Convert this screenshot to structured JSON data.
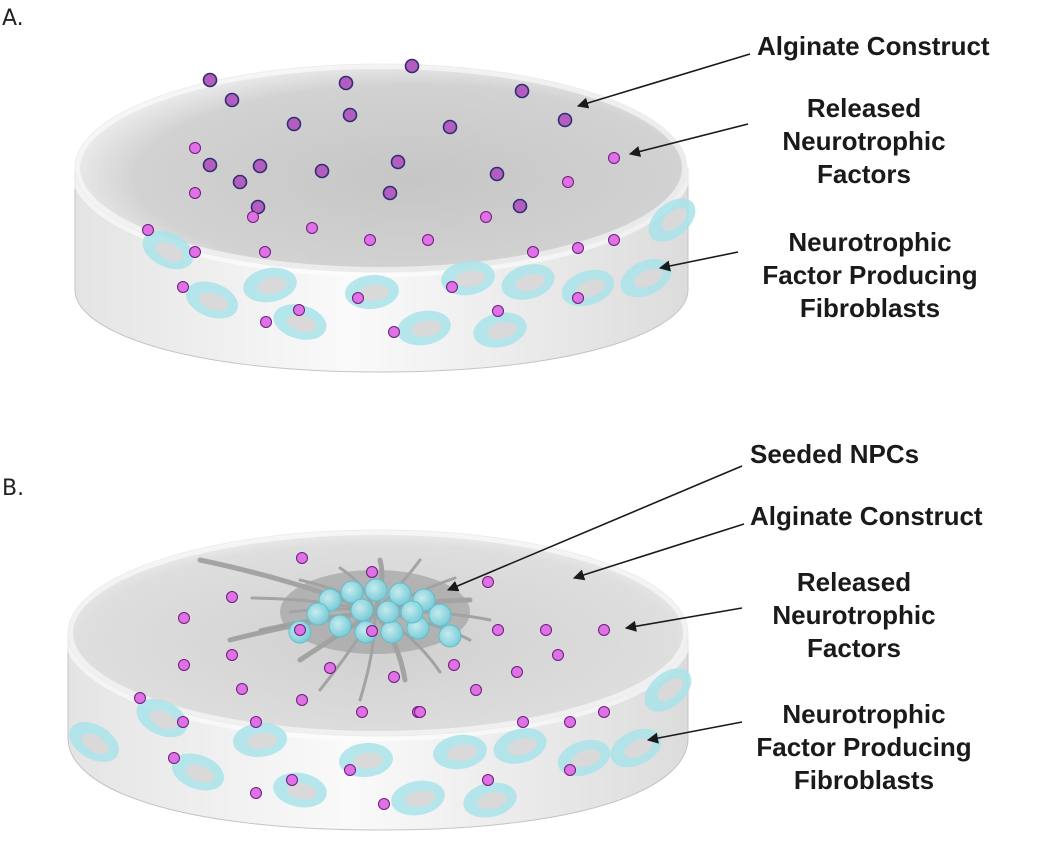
{
  "panels": [
    {
      "id": "A",
      "label": "A.",
      "callouts": [
        {
          "key": "alginate",
          "lines": [
            "Alginate Construct"
          ]
        },
        {
          "key": "factors",
          "lines": [
            "Released",
            "Neurotrophic",
            "Factors"
          ]
        },
        {
          "key": "fibroblasts",
          "lines": [
            "Neurotrophic",
            "Factor Producing",
            "Fibroblasts"
          ]
        }
      ]
    },
    {
      "id": "B",
      "label": "B.",
      "callouts": [
        {
          "key": "npcs",
          "lines": [
            "Seeded NPCs"
          ]
        },
        {
          "key": "alginate",
          "lines": [
            "Alginate Construct"
          ]
        },
        {
          "key": "factors",
          "lines": [
            "Released",
            "Neurotrophic",
            "Factors"
          ]
        },
        {
          "key": "fibroblasts",
          "lines": [
            "Neurotrophic",
            "Factor Producing",
            "Fibroblasts"
          ]
        }
      ]
    }
  ],
  "legend_colors": {
    "neurotrophic_factor_fill": "#e070e6",
    "neurotrophic_factor_stroke": "#6b1d7a",
    "fibroblast_ring": "#a8e3ea",
    "fibroblast_core": "#d9d9d9",
    "npc_fill": "#8fd7e2",
    "disk_top": "#cfcfcf",
    "disk_side": "#ececec"
  }
}
